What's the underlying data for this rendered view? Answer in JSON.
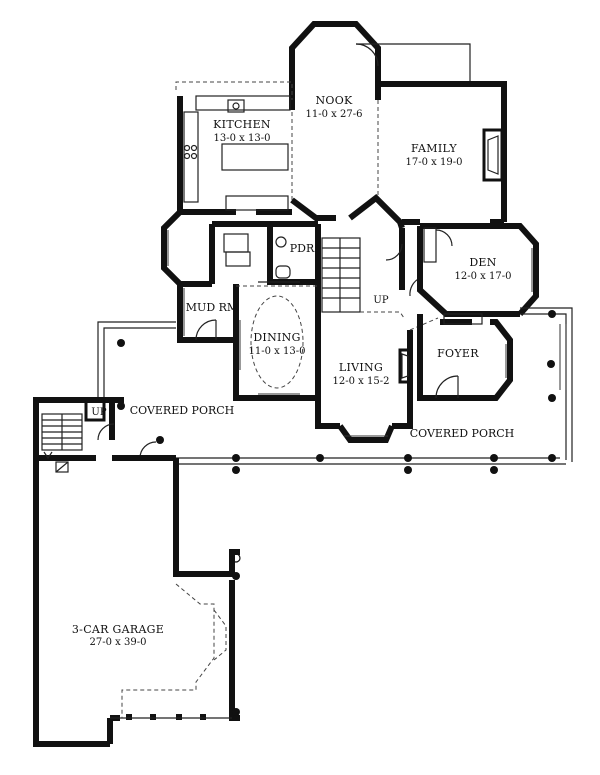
{
  "rooms": {
    "nook": {
      "name": "NOOK",
      "dims": "11-0 x 27-6"
    },
    "kitchen": {
      "name": "KITCHEN",
      "dims": "13-0 x 13-0"
    },
    "family": {
      "name": "FAMILY",
      "dims": "17-0 x 19-0"
    },
    "den": {
      "name": "DEN",
      "dims": "12-0 x 17-0"
    },
    "dining": {
      "name": "DINING",
      "dims": "11-0 x 13-0"
    },
    "living": {
      "name": "LIVING",
      "dims": "12-0 x 15-2"
    },
    "foyer": {
      "name": "FOYER"
    },
    "garage": {
      "name": "3-CAR GARAGE",
      "dims": "27-0 x 39-0"
    }
  },
  "labels": {
    "pdr": "PDR",
    "mud_rm": "MUD RM",
    "up_stair_main": "UP",
    "up_stair_garage": "UP",
    "covered_porch_left": "COVERED PORCH",
    "covered_porch_right": "COVERED PORCH"
  }
}
